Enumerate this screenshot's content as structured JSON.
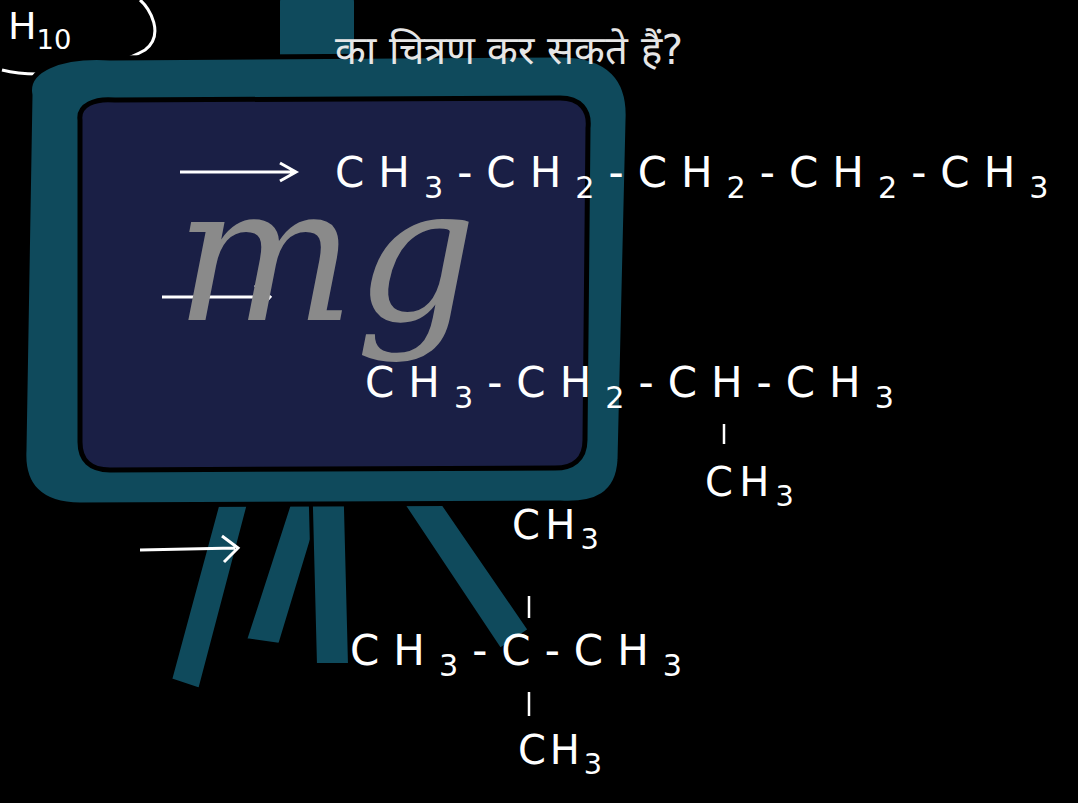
{
  "diagram": {
    "labels": [
      "H10",
      "का चित्रण कर सकते हैं?",
      "mg",
      "CH3-CH2-CH2-CH2-CH3",
      "CH3-CH2-CH-CH3",
      "CH3",
      "CH3",
      "CH3-C-CH3",
      "CH3"
    ]
  }
}
